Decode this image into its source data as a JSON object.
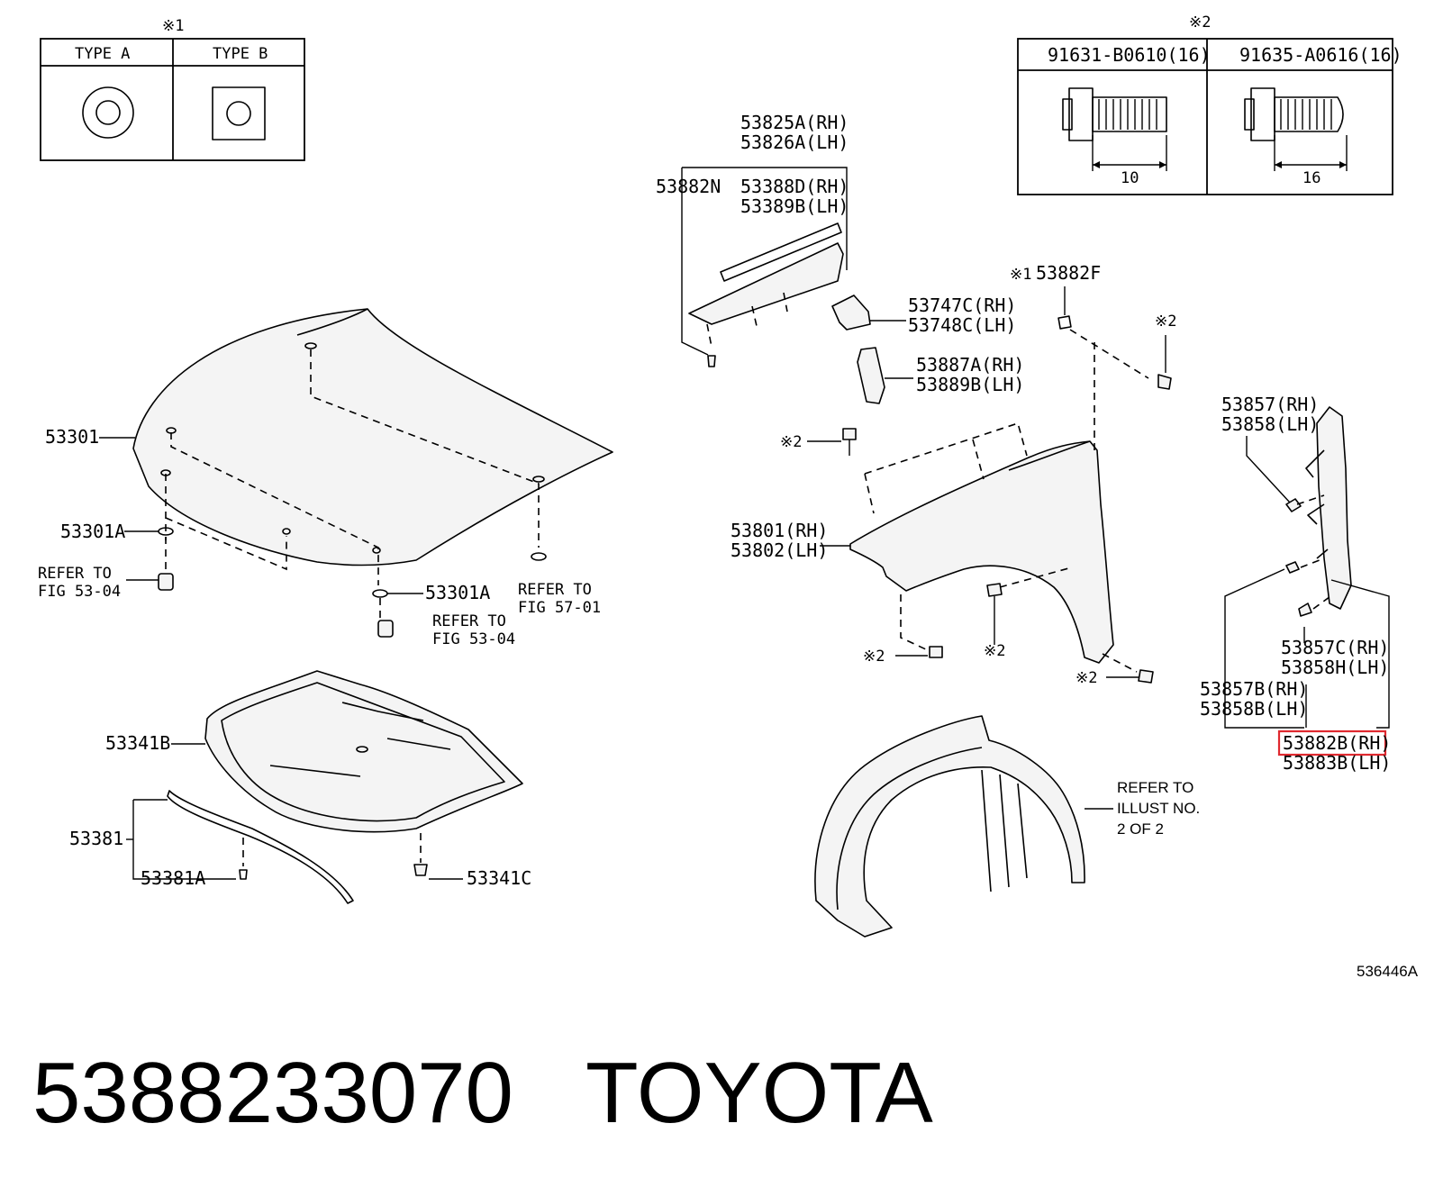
{
  "type_table": {
    "marker": "※1",
    "type_a": "TYPE A",
    "type_b": "TYPE B"
  },
  "bolt_table": {
    "marker": "※2",
    "bolt_1": "91631-B0610(16)",
    "bolt_2": "91635-A0616(16)",
    "dim_1": "10",
    "dim_2": "16"
  },
  "labels": {
    "p53825a": "53825A(RH)",
    "p53826a": "53826A(LH)",
    "p53882n": "53882N",
    "p53388d": "53388D(RH)",
    "p53389b": "53389B(LH)",
    "p53882f": "53882F",
    "x1": "※1",
    "p53747c": "53747C(RH)",
    "p53748c": "53748C(LH)",
    "x2": "※2",
    "p53887a": "53887A(RH)",
    "p53889b": "53889B(LH)",
    "p53857": "53857(RH)",
    "p53858": "53858(LH)",
    "p53301": "53301",
    "p53301a": "53301A",
    "refer_to": "REFER TO",
    "fig_53_04": "FIG 53-04",
    "fig_57_01": "FIG 57-01",
    "p53801": "53801(RH)",
    "p53802": "53802(LH)",
    "p53857c": "53857C(RH)",
    "p53858h": "53858H(LH)",
    "p53857b": "53857B(RH)",
    "p53858b": "53858B(LH)",
    "p53882b": "53882B(RH)",
    "p53883b": "53883B(LH)",
    "p53341b": "53341B",
    "p53381": "53381",
    "p53381a": "53381A",
    "p53341c": "53341C",
    "illust_1": "REFER TO",
    "illust_2": "ILLUST NO.",
    "illust_3": "2 OF 2",
    "drawing_id": "536446A"
  },
  "caption": {
    "part_number": "5388233070",
    "brand": "TOYOTA"
  },
  "highlight_color": "#e0292f"
}
